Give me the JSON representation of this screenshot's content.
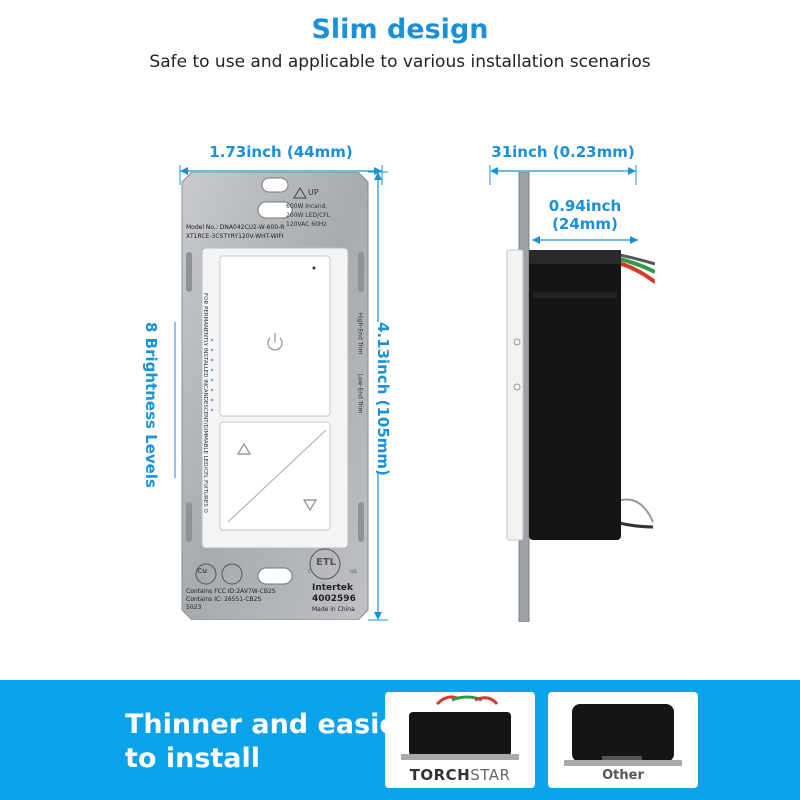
{
  "header": {
    "title": "Slim design",
    "subtitle": "Safe to use and applicable to various installation scenarios"
  },
  "front_view": {
    "width_label": "1.73inch (44mm)",
    "height_label": "4.13inch (105mm)",
    "brightness_label": "8 Brightness Levels",
    "brightness_levels": 8,
    "plate_text": {
      "up": "UP",
      "model": "Model No.: DNA042CU2-W-600-R",
      "model2": "XT1RCE-3CSTYRY120V-WHT-WIFI",
      "rating1": "600W Incand.",
      "rating2": "200W LED/CFL",
      "rating3": "120VAC 60Hz",
      "high_trim": "High-End Trim",
      "low_trim": "Low-End Trim",
      "side_note": "FOR PERMANENTLY INSTALLED INCANDESCENT/DIMMABLE LED/CFL FIXTURES ONLY",
      "fcc": "Contains FCC ID:2AV7W-CB2S",
      "ic": "Contains IC: 26551-CB2S",
      "code": "5023",
      "intertek": "Intertek",
      "intertek_no": "4002596",
      "made_in": "Made in China",
      "cu_mark": "Cu",
      "etl_mark": "ETL",
      "c_mark": "c",
      "us_mark": "us"
    }
  },
  "side_view": {
    "depth_label": "31inch (0.23mm)",
    "body_label_1": "0.94inch",
    "body_label_2": "(24mm)"
  },
  "banner": {
    "line1": "Thinner and easier",
    "line2": "to install",
    "compare_left_brand_a": "TORCH",
    "compare_left_brand_b": "STAR",
    "compare_right": "Other"
  },
  "colors": {
    "accent": "#1a90d8",
    "banner": "#0aa3ea",
    "plate": "#b3b5b8",
    "body": "#151515"
  }
}
